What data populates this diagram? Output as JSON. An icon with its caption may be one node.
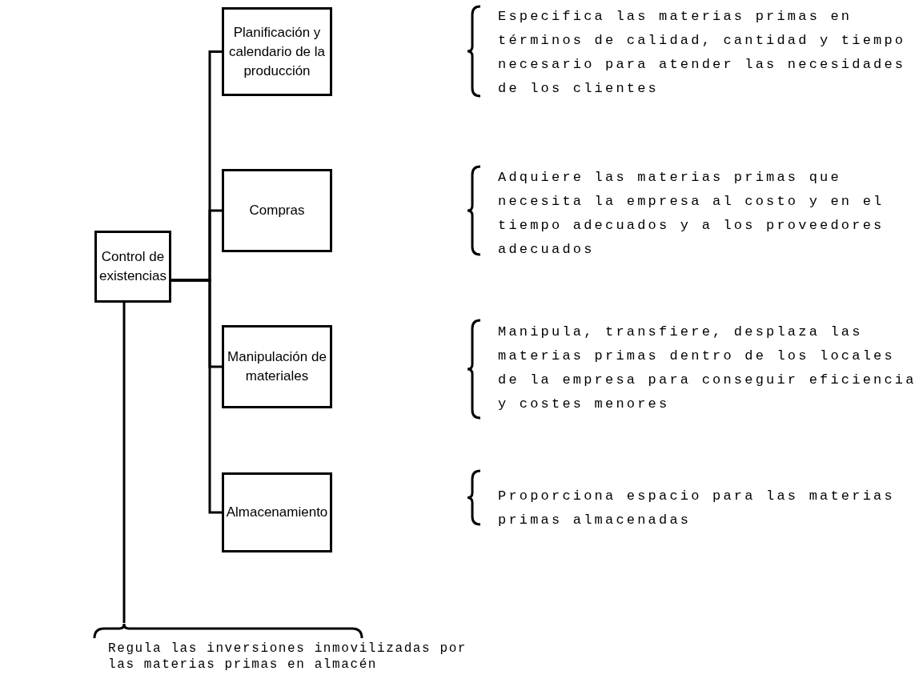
{
  "diagram": {
    "nodes": [
      {
        "text": [
          "Control de existencias"
        ]
      },
      {
        "text": [
          "Planificación y calendario de la producción"
        ]
      },
      {
        "text": [
          "Compras"
        ]
      },
      {
        "text": [
          "Manipulación de materiales"
        ]
      },
      {
        "text": [
          "Almacenamiento"
        ]
      },
      {
        "text": [
          "Regula las inversiones inmovilizadas por las materias primas en almacén"
        ]
      }
    ],
    "edges": [
      {
        "from": 0,
        "to": 1,
        "arrow": "none"
      },
      {
        "from": 0,
        "to": 2,
        "arrow": "none"
      },
      {
        "from": 0,
        "to": 3,
        "arrow": "none"
      },
      {
        "from": 0,
        "to": 4,
        "arrow": "none"
      },
      {
        "from": 0,
        "to": 5,
        "arrow": "none"
      }
    ],
    "labels": [
      "Especifica las materias primas en términos de calidad, cantidad y tiempo necesario para atender las necesidades de los clientes",
      "Adquiere las materias primas que necesita la empresa al costo y en el tiempo adecuados y a los proveedores adecuados",
      "Manipula, transfiere, desplaza las materias primas dentro de los locales de la empresa para conseguir eficiencia y costes menores",
      "Proporciona espacio para las materias primas almacenadas"
    ]
  }
}
